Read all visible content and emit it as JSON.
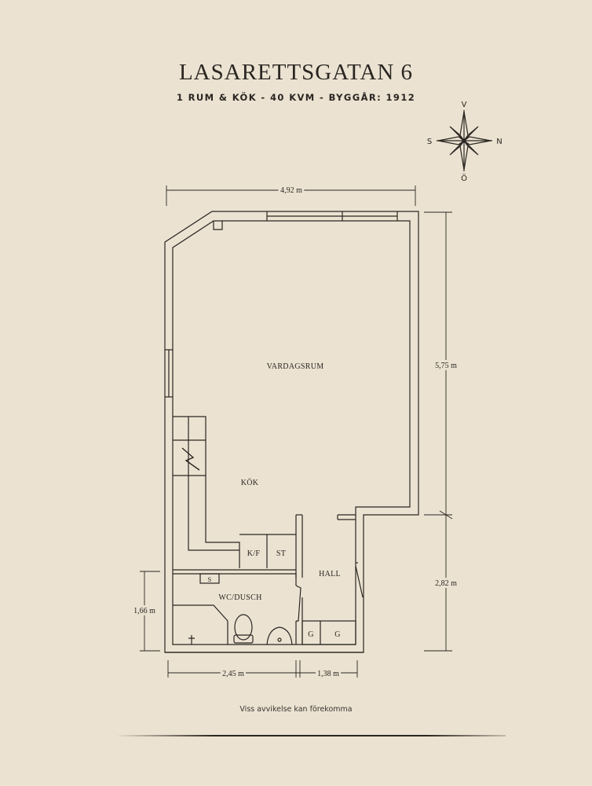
{
  "header": {
    "title": "LASARETTSGATAN 6",
    "subtitle": "1 RUM & KÖK  -  40 KVM  -  BYGGÅR: 1912"
  },
  "compass": {
    "north": "N",
    "south": "S",
    "west": "V",
    "east": "Ö"
  },
  "rooms": {
    "living": "VARDAGSRUM",
    "kitchen": "KÖK",
    "fridge": "K/F",
    "storage": "ST",
    "hall": "HALL",
    "bath": "WC/DUSCH",
    "shower": "S",
    "wardrobe_1": "G",
    "wardrobe_2": "G"
  },
  "dimensions": {
    "top_width": "4,92 m",
    "right_upper": "5,75 m",
    "right_lower": "2,82 m",
    "left_bath": "1,66 m",
    "bottom_left": "2,45 m",
    "bottom_right": "1,38 m"
  },
  "footer": {
    "disclaimer": "Viss avvikelse kan förekomma"
  },
  "colors": {
    "background": "#ebe2d1",
    "ink": "#2a2622"
  }
}
